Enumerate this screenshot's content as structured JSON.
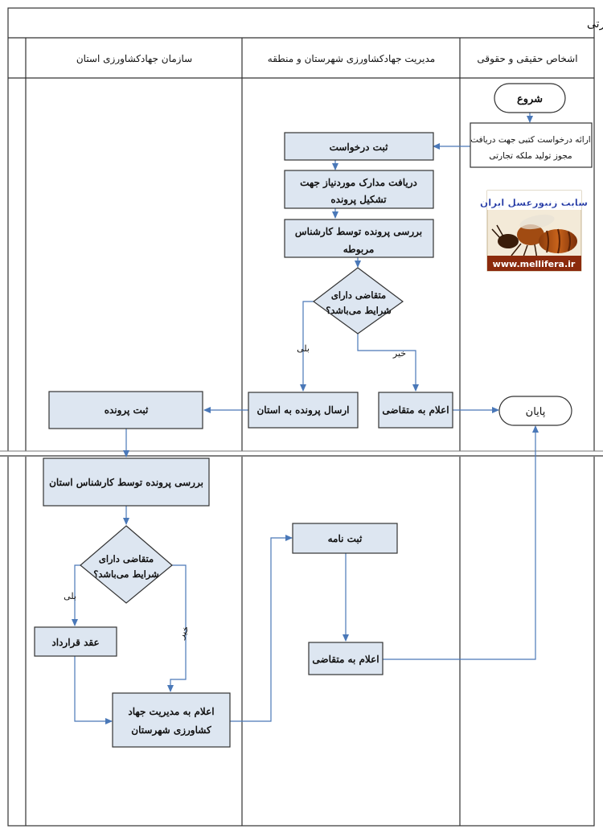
{
  "title": "راهنمای صدور مجوز پرورش و تولید ملکه تجارتی",
  "lanes": [
    "اشخاص حقیقی و حقوقی",
    "مدیریت جهادکشاورزی شهرستان و منطقه",
    "سازمان جهادکشاورزی استان"
  ],
  "logo": {
    "title": "سایت زنبورعسل ایران",
    "url": "www.mellifera.ir",
    "image": "honeybee-photo"
  },
  "nodes": {
    "start": "شروع",
    "request": [
      "ارائه درخواست کتبی جهت دریافت",
      "مجوز تولید ملکه تجارتی"
    ],
    "register_request": "ثبت درخواست",
    "receive_docs": [
      "دریافت مدارک موردنیاز جهت",
      "تشکیل پرونده"
    ],
    "review_expert": [
      "بررسی پرونده توسط کارشناس",
      "مربوطه"
    ],
    "decision_county": [
      "متقاضی دارای",
      "شرایط می‌باشد؟"
    ],
    "send_province": "ارسال پرونده به استان",
    "notify_applicant_1": "اعلام به متقاضی",
    "end": "پایان",
    "register_file": "ثبت پرونده",
    "review_province": "بررسی پرونده توسط کارشناس استان",
    "decision_province": [
      "متقاضی دارای",
      "شرایط می‌باشد؟"
    ],
    "contract": "عقد قرارداد",
    "notify_county": [
      "اعلام به مدیریت جهاد",
      "کشاورزی شهرستان"
    ],
    "registration": "ثبت نامه",
    "notify_applicant_2": "اعلام به متقاضی"
  },
  "edge_labels": {
    "yes": "بلی",
    "no": "خیر"
  },
  "colors": {
    "box_fill": "#dde6f1",
    "box_stroke": "#333333",
    "arrow": "#4a78b8",
    "lane_line": "#333333",
    "page_break": "#888888"
  }
}
